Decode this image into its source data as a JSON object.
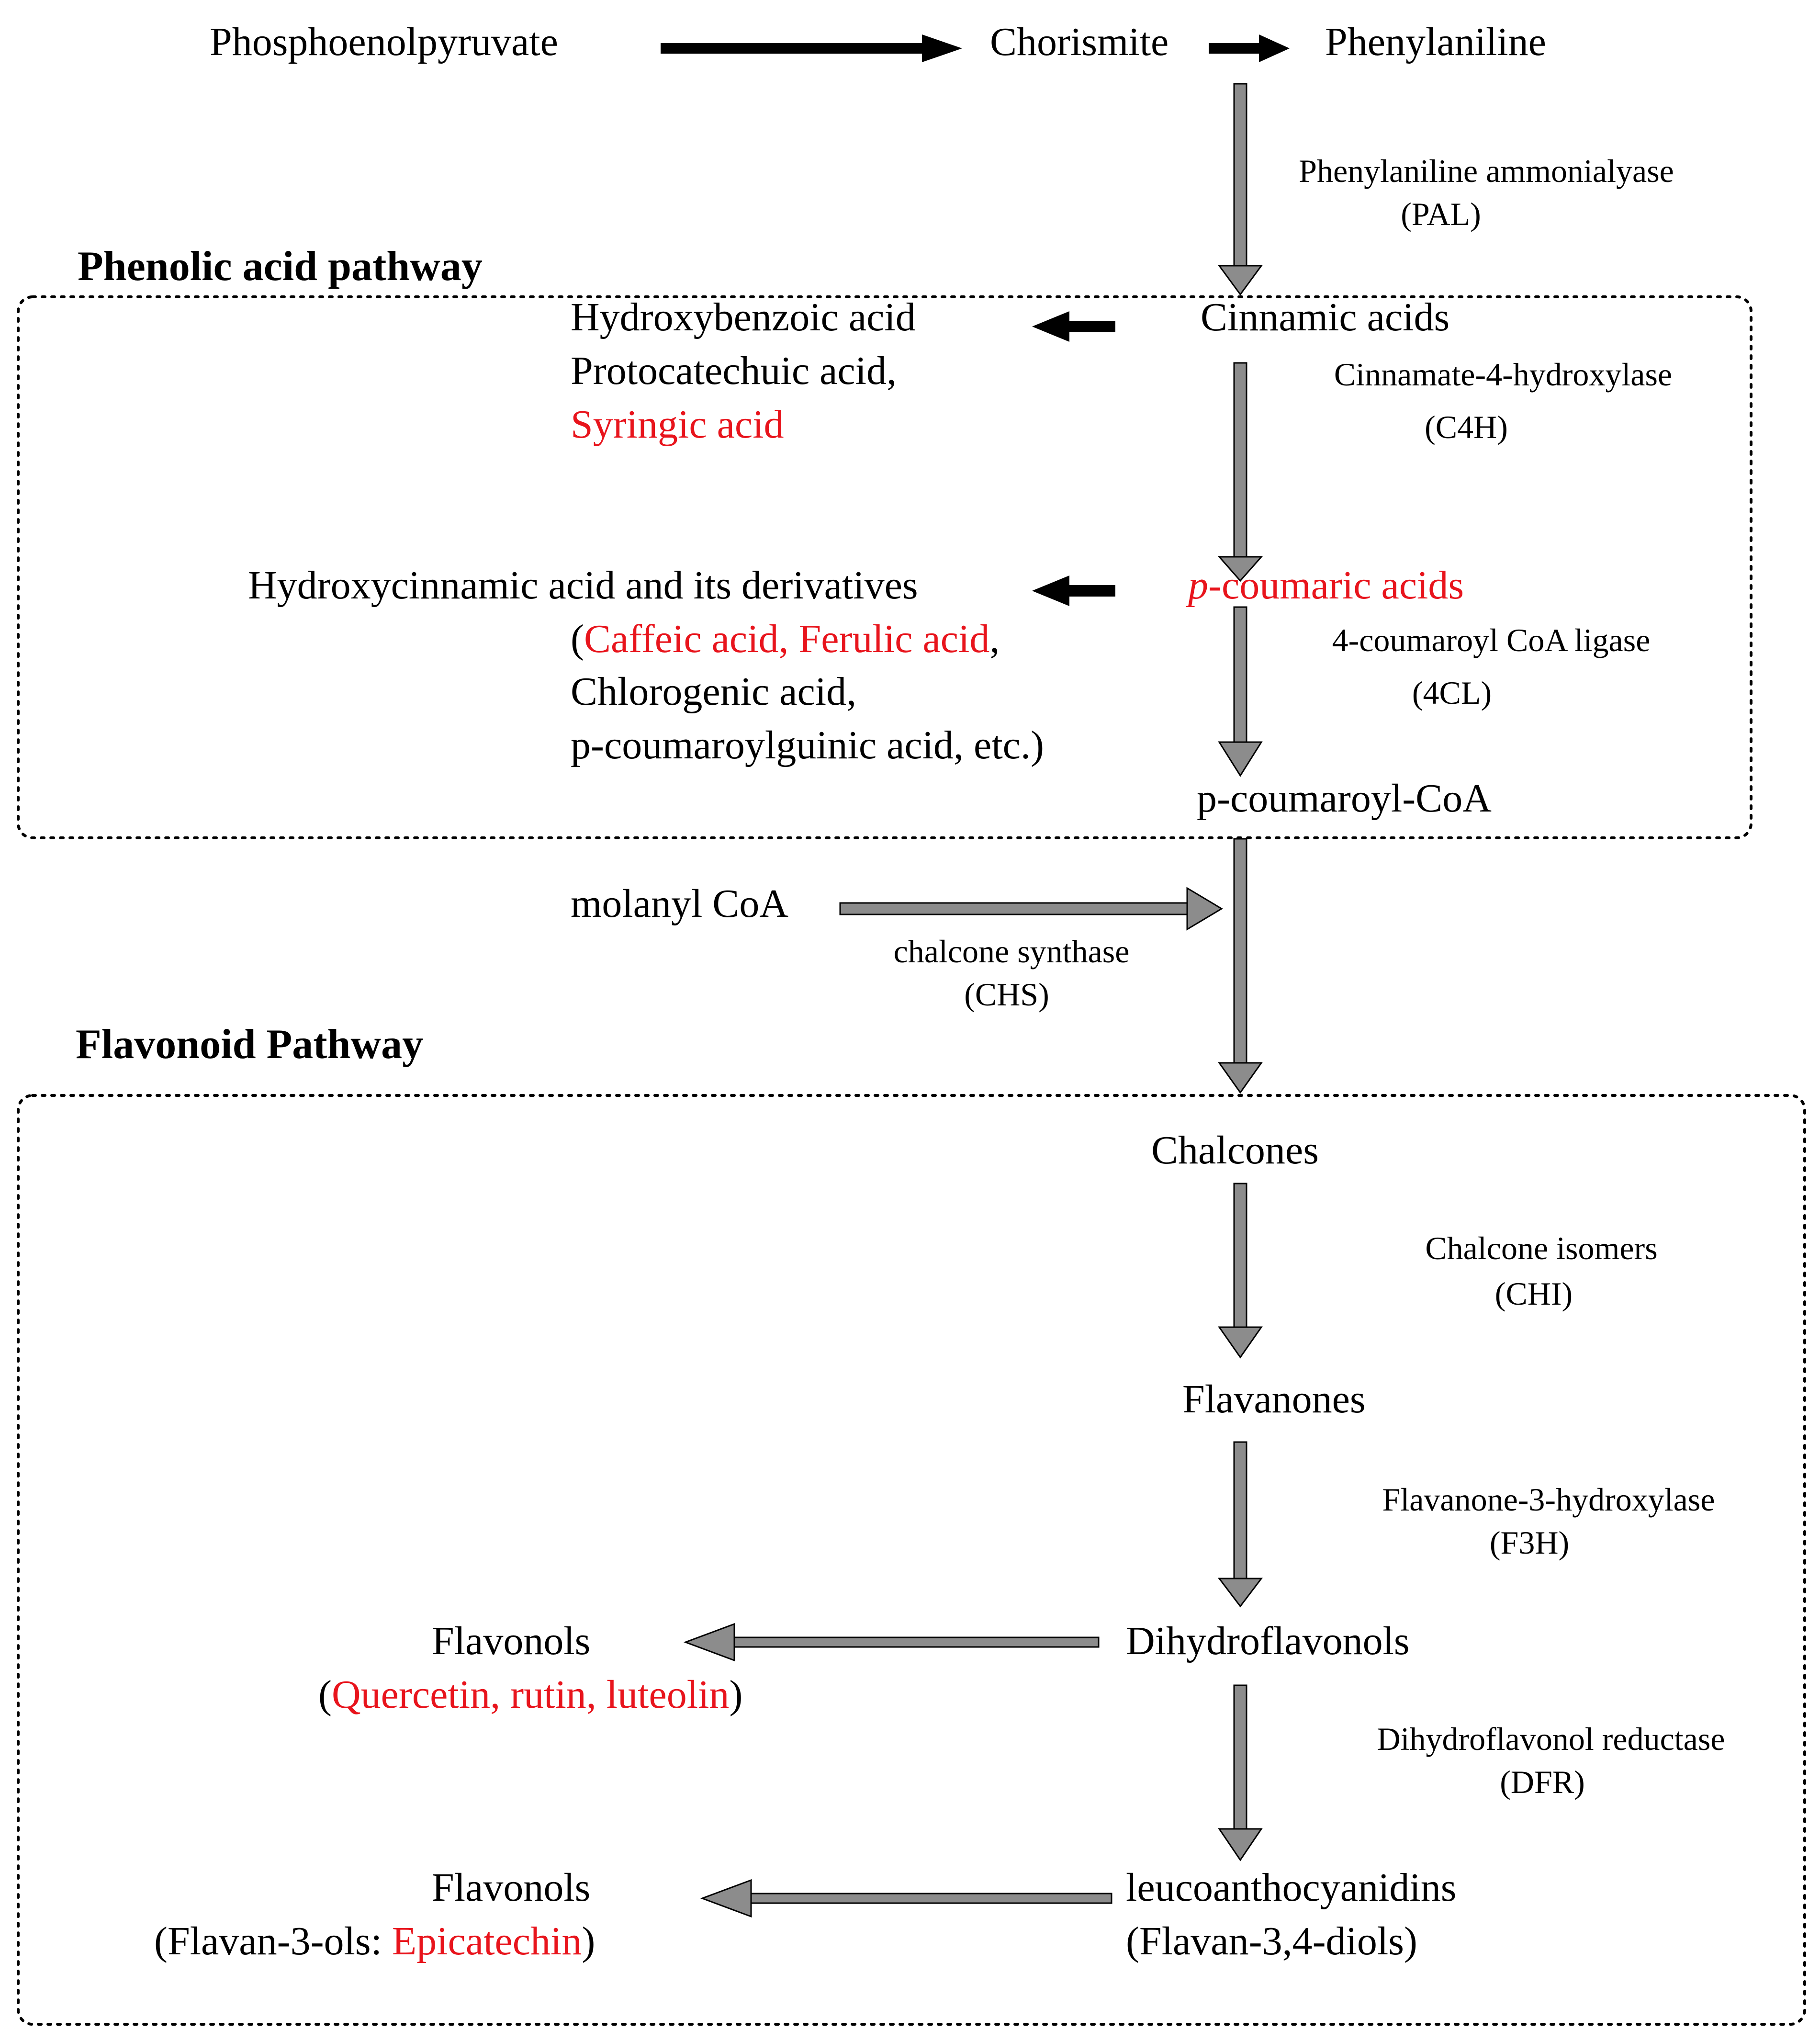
{
  "colors": {
    "text": "#000000",
    "highlight": "#e8141c",
    "arrow_fill": "#8c8c8c",
    "arrow_stroke": "#000000",
    "box_border": "#000000"
  },
  "headings": {
    "phenolic": "Phenolic acid pathway",
    "flavonoid": "Flavonoid Pathway"
  },
  "nodes": {
    "phosphoenolpyruvate": "Phosphoenolpyruvate",
    "chorismite": "Chorismite",
    "phenylaniline": "Phenylaniline",
    "cinnamic_acids": "Cinnamic acids",
    "hydroxybenzoic": {
      "line1": "Hydroxybenzoic acid",
      "line2": "Protocatechuic acid,",
      "line3": "Syringic acid"
    },
    "p_coumaric": {
      "italic": "p-",
      "rest": "coumaric acids"
    },
    "hydroxycinnamic": {
      "line1": "Hydroxycinnamic acid and its derivatives",
      "line2_open": "(",
      "line2_red": "Caffeic acid, Ferulic acid",
      "line2_end": ",",
      "line3": "Chlorogenic acid,",
      "line4": "p-coumaroylguinic acid, etc.)"
    },
    "p_coumaroyl_coa": "p-coumaroyl-CoA",
    "molanyl_coa": "molanyl CoA",
    "chalcones": "Chalcones",
    "flavanones": "Flavanones",
    "dihydroflavonols": "Dihydroflavonols",
    "flavonols_1": {
      "line1": "Flavonols",
      "open": "(",
      "red": "Quercetin, rutin, luteolin",
      "close": ")"
    },
    "leucoanthocyanidins": {
      "line1": "leucoanthocyanidins",
      "line2": "(Flavan-3,4-diols)"
    },
    "flavonols_2": {
      "line1": "Flavonols",
      "prefix": "(Flavan-3-ols: ",
      "red": "Epicatechin",
      "close": ")"
    }
  },
  "enzymes": {
    "pal": {
      "name": "Phenylaniline ammonialyase",
      "abbr": "(PAL)"
    },
    "c4h": {
      "name": "Cinnamate-4-hydroxylase",
      "abbr": "(C4H)"
    },
    "c4l": {
      "name": "4-coumaroyl CoA ligase",
      "abbr": "(4CL)"
    },
    "chs": {
      "name": "chalcone synthase",
      "abbr": "(CHS)"
    },
    "chi": {
      "name": "Chalcone isomers",
      "abbr": "(CHI)"
    },
    "f3h": {
      "name": "Flavanone-3-hydroxylase",
      "abbr": "(F3H)"
    },
    "dfr": {
      "name": "Dihydroflavonol reductase",
      "abbr": "(DFR)"
    }
  }
}
